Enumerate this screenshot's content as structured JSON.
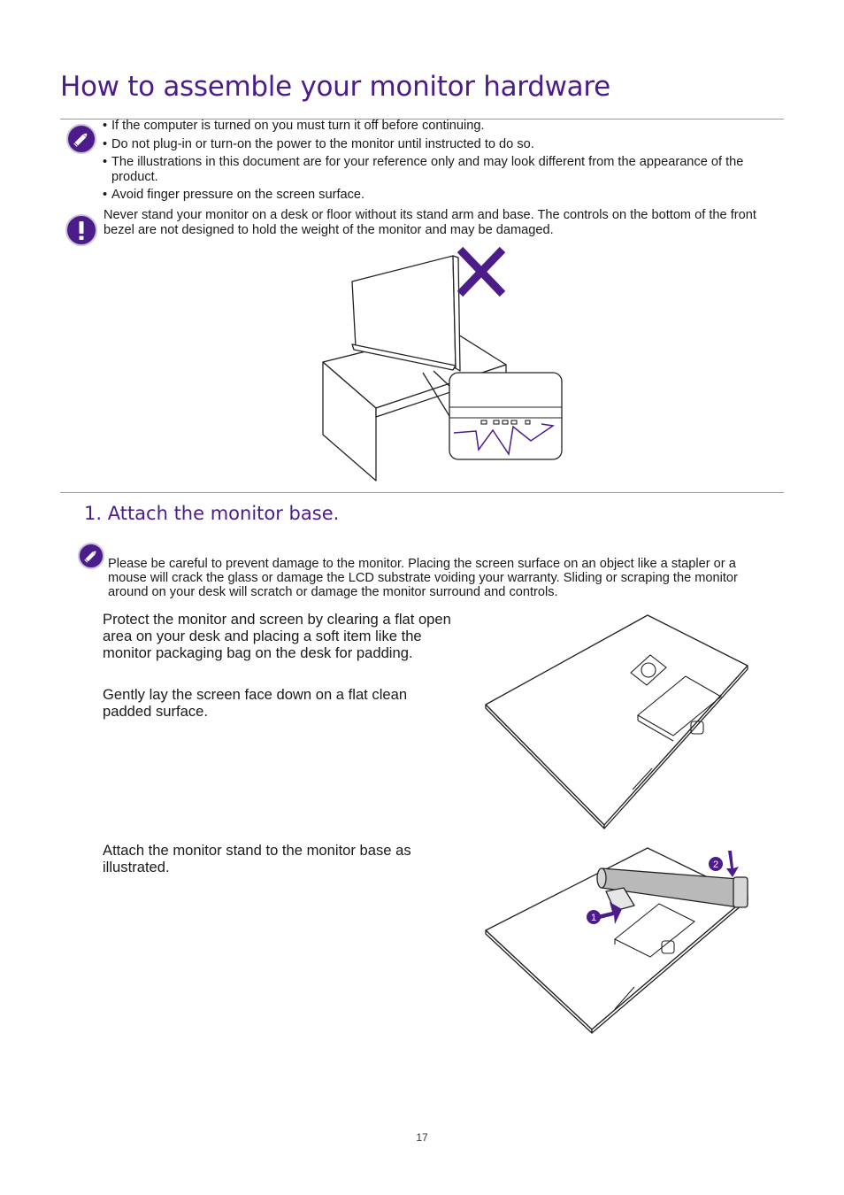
{
  "page": {
    "title": "How to assemble your monitor hardware",
    "page_number": "17"
  },
  "notes": {
    "bullets": [
      "If the computer is turned on you must turn it off before continuing.",
      "Do not plug-in or turn-on the power to the monitor until instructed to do so.",
      "The illustrations in this document are for your reference only and may look different from the appearance of the product.",
      "Avoid finger pressure on the screen surface."
    ],
    "warning": "Never stand your monitor on a desk or floor without its stand arm and base. The controls on the bottom of the front bezel are not designed to hold the weight of the monitor and may be damaged."
  },
  "step1": {
    "title": "1.  Attach the monitor base.",
    "caution": "Please be careful to prevent damage to the monitor. Placing the screen surface on an object like a stapler or a mouse will crack the glass or damage the LCD substrate voiding your warranty. Sliding or scraping the monitor around on your desk will scratch or damage the monitor surround and controls.",
    "paragraphs": [
      "Protect the monitor and screen by clearing a flat open area on your desk and placing a soft item like the monitor packaging bag on the desk for padding.",
      "Gently lay the screen face down on a flat clean padded surface.",
      "Attach the monitor stand to the monitor base as illustrated."
    ],
    "callouts": [
      "1",
      "2"
    ]
  },
  "colors": {
    "accent": "#4b1c8a",
    "rule": "#9a9a9a",
    "text": "#1a1a1a"
  },
  "icons": {
    "note": "pencil-icon",
    "warning": "exclamation-icon",
    "prohibited": "cross-mark-icon"
  }
}
